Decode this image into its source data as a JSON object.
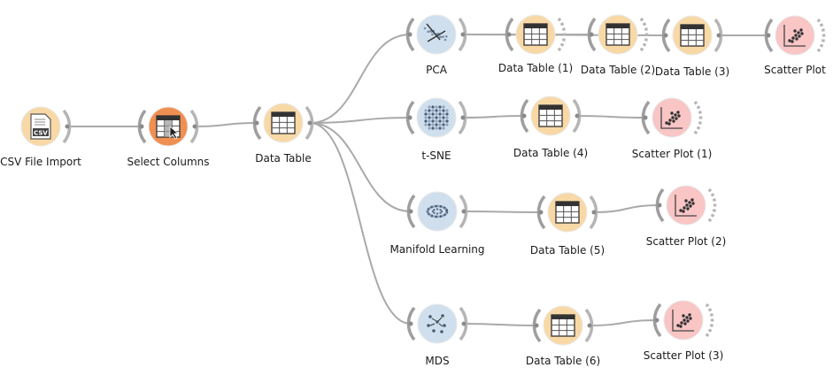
{
  "colors": {
    "data_widget": "#f8d9a6",
    "unsupervised_widget": "#cfdfee",
    "visualize_widget": "#f9c5c5",
    "select_columns_widget": "#ef8f52",
    "link": "#a9a9a9",
    "anchor": "#a9a9a9"
  },
  "widgets": [
    {
      "id": "csv",
      "label": "CSV File Import",
      "icon": "csv-file-icon",
      "kind": "data"
    },
    {
      "id": "select",
      "label": "Select Columns",
      "icon": "select-columns-icon",
      "kind": "select"
    },
    {
      "id": "dt0",
      "label": "Data Table",
      "icon": "table-icon",
      "kind": "data"
    },
    {
      "id": "pca",
      "label": "PCA",
      "icon": "pca-icon",
      "kind": "unsupervised"
    },
    {
      "id": "dt1",
      "label": "Data Table (1)",
      "icon": "table-icon",
      "kind": "data"
    },
    {
      "id": "dt2",
      "label": "Data Table (2)",
      "icon": "table-icon",
      "kind": "data"
    },
    {
      "id": "dt3",
      "label": "Data Table (3)",
      "icon": "table-icon",
      "kind": "data"
    },
    {
      "id": "sp0",
      "label": "Scatter Plot",
      "icon": "scatter-plot-icon",
      "kind": "visualize"
    },
    {
      "id": "tsne",
      "label": "t-SNE",
      "icon": "tsne-icon",
      "kind": "unsupervised"
    },
    {
      "id": "dt4",
      "label": "Data Table (4)",
      "icon": "table-icon",
      "kind": "data"
    },
    {
      "id": "sp1",
      "label": "Scatter Plot (1)",
      "icon": "scatter-plot-icon",
      "kind": "visualize"
    },
    {
      "id": "manifold",
      "label": "Manifold Learning",
      "icon": "manifold-learning-icon",
      "kind": "unsupervised"
    },
    {
      "id": "dt5",
      "label": "Data Table (5)",
      "icon": "table-icon",
      "kind": "data"
    },
    {
      "id": "sp2",
      "label": "Scatter Plot (2)",
      "icon": "scatter-plot-icon",
      "kind": "visualize"
    },
    {
      "id": "mds",
      "label": "MDS",
      "icon": "mds-icon",
      "kind": "unsupervised"
    },
    {
      "id": "dt6",
      "label": "Data Table (6)",
      "icon": "table-icon",
      "kind": "data"
    },
    {
      "id": "sp3",
      "label": "Scatter Plot (3)",
      "icon": "scatter-plot-icon",
      "kind": "visualize"
    }
  ],
  "links": [
    {
      "from": "csv",
      "to": "select"
    },
    {
      "from": "select",
      "to": "dt0"
    },
    {
      "from": "dt0",
      "to": "pca"
    },
    {
      "from": "dt0",
      "to": "tsne"
    },
    {
      "from": "dt0",
      "to": "manifold"
    },
    {
      "from": "dt0",
      "to": "mds"
    },
    {
      "from": "pca",
      "to": "dt1"
    },
    {
      "from": "pca",
      "to": "dt2"
    },
    {
      "from": "pca",
      "to": "dt3"
    },
    {
      "from": "dt3",
      "to": "sp0"
    },
    {
      "from": "tsne",
      "to": "dt4"
    },
    {
      "from": "dt4",
      "to": "sp1"
    },
    {
      "from": "manifold",
      "to": "dt5"
    },
    {
      "from": "dt5",
      "to": "sp2"
    },
    {
      "from": "mds",
      "to": "dt6"
    },
    {
      "from": "dt6",
      "to": "sp3"
    }
  ]
}
